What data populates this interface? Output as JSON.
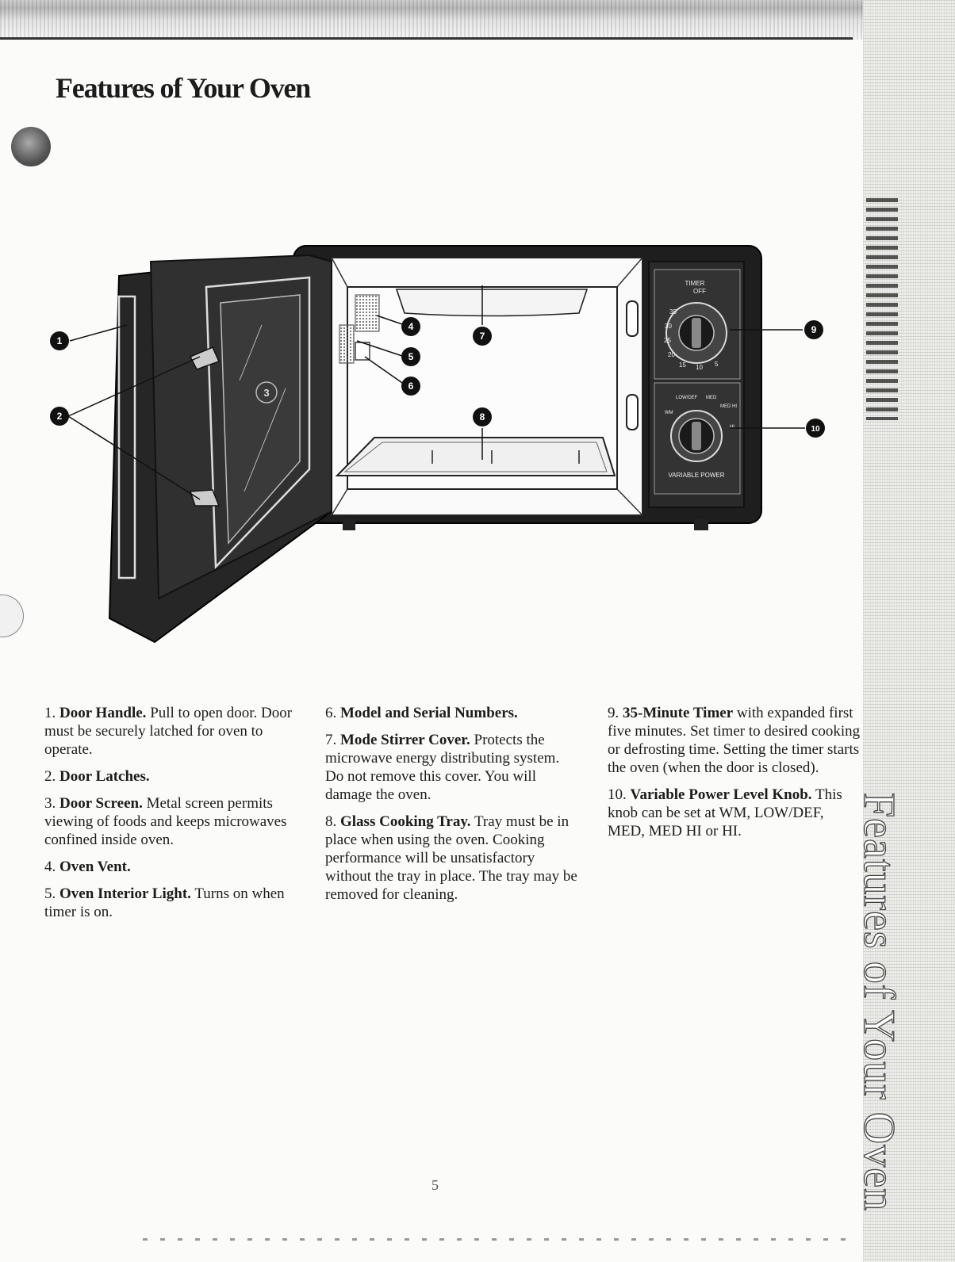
{
  "page": {
    "title": "Features of Your Oven",
    "side_title": "Features of Your Oven",
    "page_number": "5"
  },
  "diagram": {
    "panel_timer_label": "TIMER",
    "panel_timer_off": "OFF",
    "timer_ticks": [
      "35",
      "30",
      "25",
      "20",
      "15",
      "10",
      "5"
    ],
    "panel_power_label": "VARIABLE POWER",
    "power_ticks": [
      "WM",
      "LOW/DEF",
      "MED",
      "MED HI",
      "HI"
    ],
    "callouts": [
      "1",
      "2",
      "3",
      "4",
      "5",
      "6",
      "7",
      "8",
      "9",
      "10"
    ]
  },
  "features": {
    "col1": [
      {
        "num": "1.",
        "title": "Door Handle.",
        "text": "Pull to open door. Door must be securely latched for oven to operate."
      },
      {
        "num": "2.",
        "title": "Door Latches.",
        "text": ""
      },
      {
        "num": "3.",
        "title": "Door Screen.",
        "text": "Metal screen permits viewing of foods and keeps microwaves confined inside oven."
      },
      {
        "num": "4.",
        "title": "Oven Vent.",
        "text": ""
      },
      {
        "num": "5.",
        "title": "Oven Interior Light.",
        "text": "Turns on when timer is on."
      }
    ],
    "col2": [
      {
        "num": "6.",
        "title": "Model and Serial Numbers.",
        "text": ""
      },
      {
        "num": "7.",
        "title": "Mode Stirrer Cover.",
        "text": "Protects the microwave energy distributing system. Do not remove this cover. You will damage the oven."
      },
      {
        "num": "8.",
        "title": "Glass Cooking Tray.",
        "text": "Tray must be in place when using the oven. Cooking performance will be unsatisfactory without the tray in place. The tray may be removed for cleaning."
      }
    ],
    "col3": [
      {
        "num": "9.",
        "title": "35-Minute Timer",
        "text": "with expanded first five minutes. Set timer to desired cooking or defrosting time. Setting the timer starts the oven (when the door is closed)."
      },
      {
        "num": "10.",
        "title": "Variable Power Level Knob.",
        "text": "This knob can be set at WM, LOW/DEF, MED, MED HI or HI."
      }
    ]
  }
}
